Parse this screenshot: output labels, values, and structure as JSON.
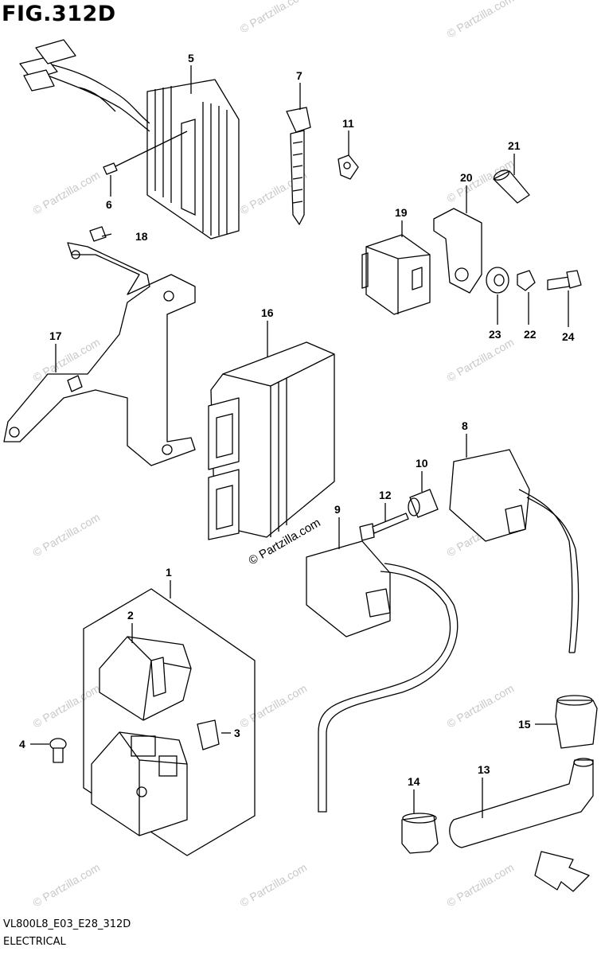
{
  "figure": {
    "title": "FIG.312D",
    "code": "VL800L8_E03_E28_312D",
    "subtitle": "ELECTRICAL",
    "watermark": "© Partzilla.com",
    "center_watermark": "© Partzilla.com",
    "fwd_label": "FWD"
  },
  "callouts": [
    "1",
    "2",
    "3",
    "4",
    "5",
    "6",
    "7",
    "8",
    "9",
    "10",
    "11",
    "12",
    "13",
    "14",
    "15",
    "16",
    "17",
    "18",
    "19",
    "20",
    "21",
    "22",
    "23",
    "24"
  ],
  "colors": {
    "line": "#000000",
    "background": "#ffffff",
    "watermark": "#c8c8c8"
  }
}
